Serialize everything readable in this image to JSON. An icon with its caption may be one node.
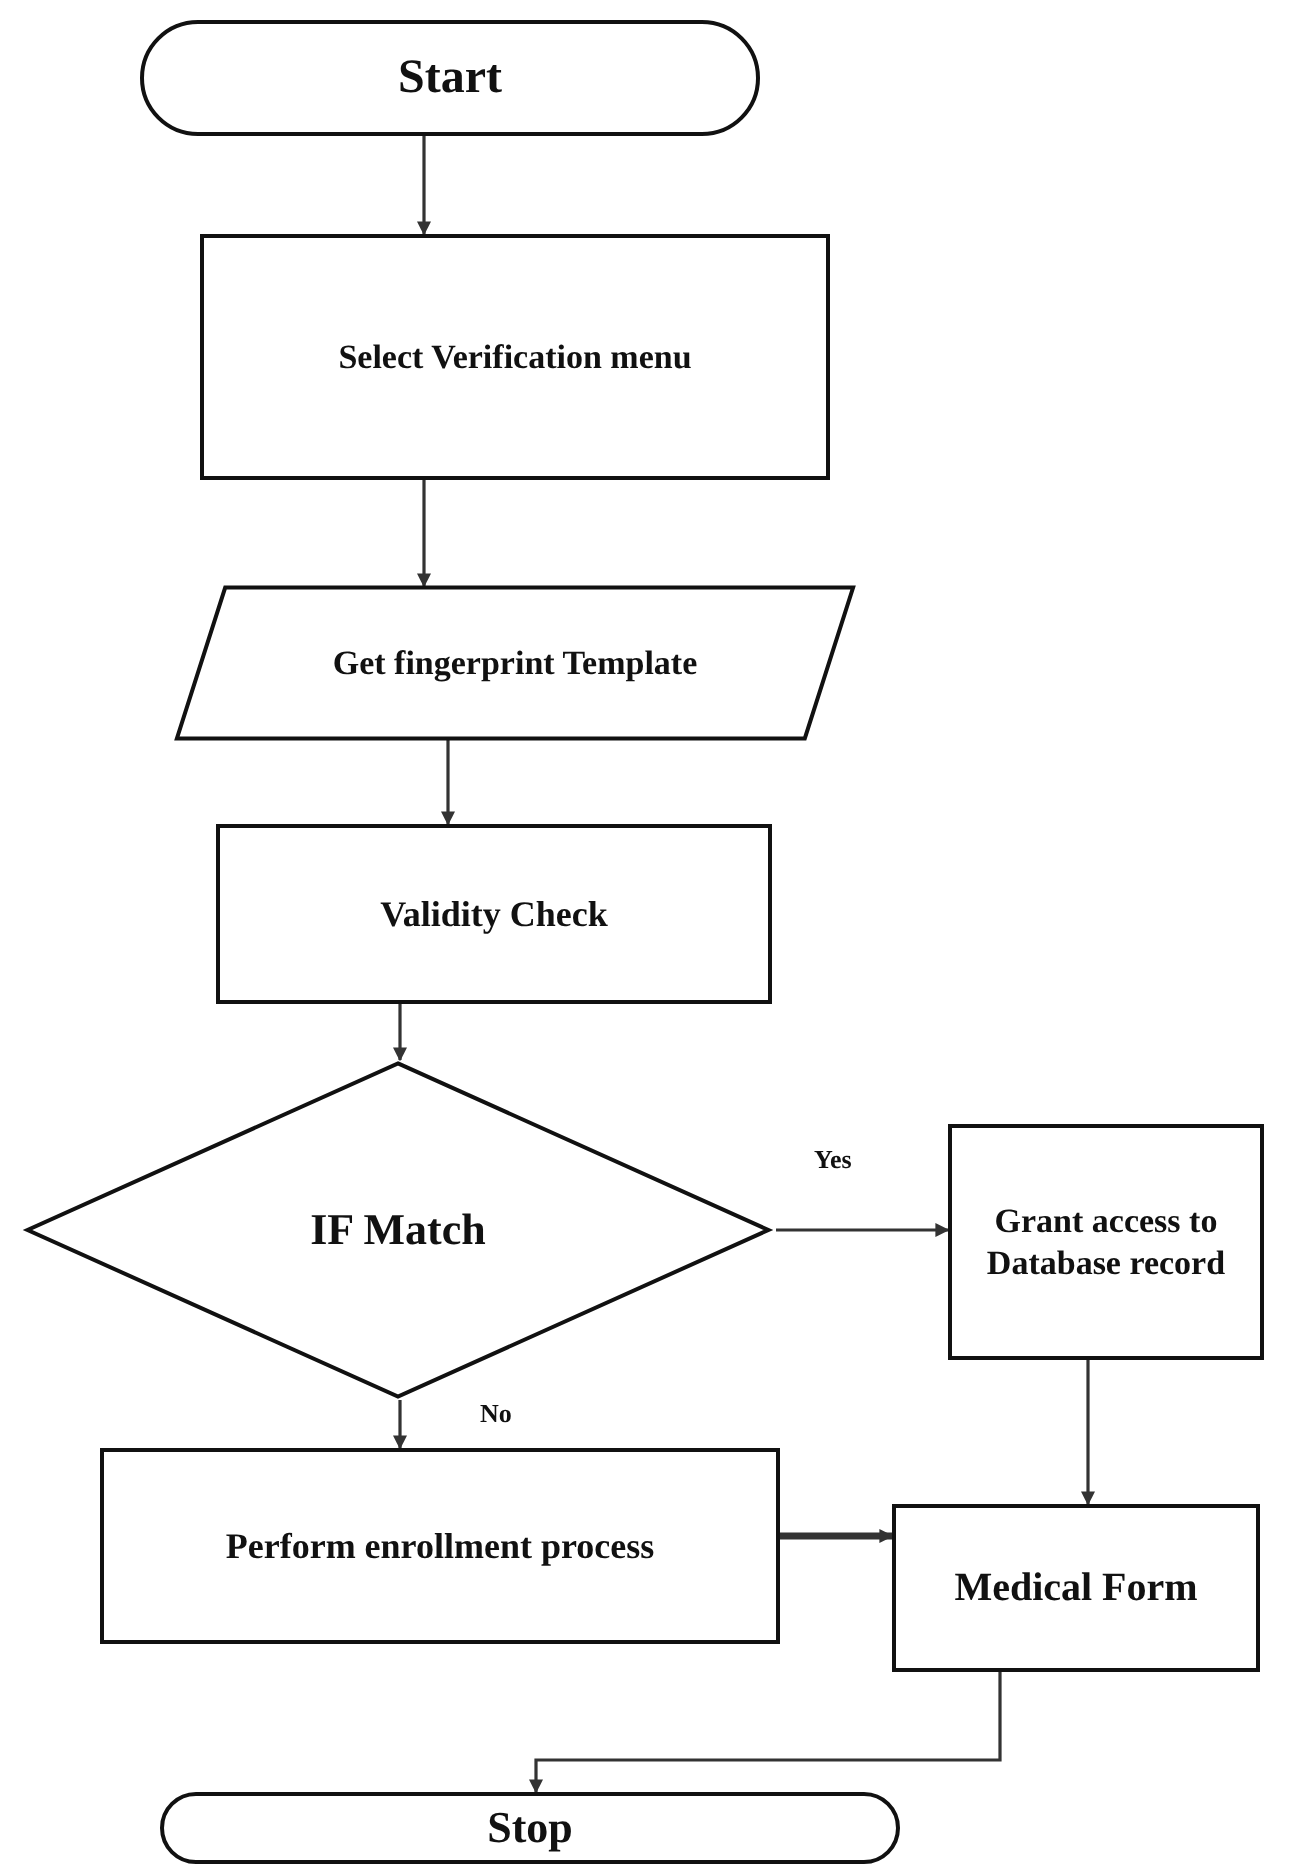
{
  "diagram": {
    "nodes": [
      {
        "text": [
          "Start"
        ]
      },
      {
        "text": [
          "Select Verification menu"
        ]
      },
      {
        "text": [
          "Get fingerprint Template"
        ]
      },
      {
        "text": [
          "Validity Check"
        ]
      },
      {
        "text": [
          "IF Match"
        ]
      },
      {
        "text": [
          "Grant access to Database record"
        ]
      },
      {
        "text": [
          "Perform enrollment process"
        ]
      },
      {
        "text": [
          "Medical Form"
        ]
      },
      {
        "text": [
          "Stop"
        ]
      }
    ],
    "edges": [
      {
        "from": 0,
        "to": 1,
        "arrow": "to"
      },
      {
        "from": 1,
        "to": 2,
        "arrow": "to"
      },
      {
        "from": 2,
        "to": 3,
        "arrow": "to"
      },
      {
        "from": 3,
        "to": 4,
        "arrow": "to"
      },
      {
        "from": 4,
        "to": 5,
        "arrow": "to",
        "label": "Yes"
      },
      {
        "from": 4,
        "to": 6,
        "arrow": "to",
        "label": "No"
      },
      {
        "from": 6,
        "to": 7,
        "arrow": "to",
        "style": "thick"
      },
      {
        "from": 5,
        "to": 7,
        "arrow": "to"
      },
      {
        "from": 7,
        "to": 8,
        "arrow": "to"
      }
    ]
  }
}
